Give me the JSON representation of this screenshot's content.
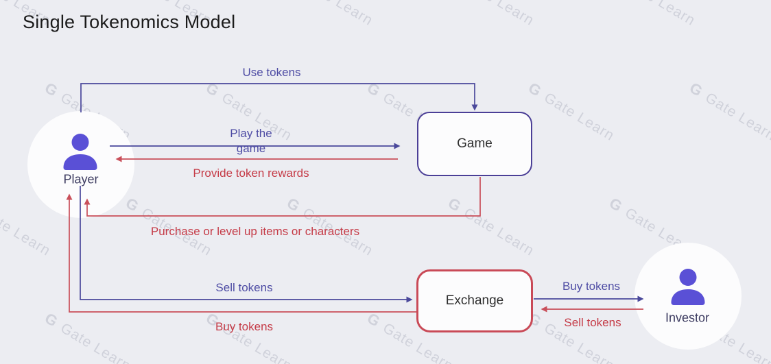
{
  "title": "Single Tokenomics Model",
  "watermark": {
    "text": "Gate Learn",
    "logo": "G"
  },
  "colors": {
    "bg": "#ecedf2",
    "blue": "#4a489b",
    "red": "#c94f5a",
    "blue_text": "#4e4ca4",
    "red_text": "#c53b47",
    "indigo_border": "#4b3f97",
    "red_border": "#c94a57",
    "icon": "#5a50d6",
    "node_label": "#3c3b60",
    "title": "#1b1b1b",
    "box_label": "#2f2f2f",
    "node_fill": "#fcfcfd",
    "watermark": "rgba(168,171,186,0.40)"
  },
  "nodes": {
    "player": {
      "label": "Player",
      "type": "person"
    },
    "game": {
      "label": "Game",
      "type": "box",
      "border": "#4b3f97"
    },
    "exchange": {
      "label": "Exchange",
      "type": "box",
      "border": "#c94a57"
    },
    "investor": {
      "label": "Investor",
      "type": "person"
    }
  },
  "edges": {
    "use_tokens": {
      "label": "Use tokens",
      "color": "blue",
      "from": "Player",
      "to": "Game"
    },
    "play_the_game": {
      "label": "Play the\ngame",
      "color": "blue",
      "from": "Player",
      "to": "Game"
    },
    "provide_rewards": {
      "label": "Provide token rewards",
      "color": "red",
      "from": "Game",
      "to": "Player"
    },
    "purchase_items": {
      "label": "Purchase or level up items or characters",
      "color": "red",
      "from": "Game",
      "to": "Player"
    },
    "sell_tokens_left": {
      "label": "Sell tokens",
      "color": "blue",
      "from": "Player",
      "to": "Exchange"
    },
    "buy_tokens_left": {
      "label": "Buy tokens",
      "color": "red",
      "from": "Exchange",
      "to": "Player"
    },
    "buy_tokens_right": {
      "label": "Buy tokens",
      "color": "blue",
      "from": "Exchange",
      "to": "Investor"
    },
    "sell_tokens_right": {
      "label": "Sell tokens",
      "color": "red",
      "from": "Investor",
      "to": "Exchange"
    }
  }
}
